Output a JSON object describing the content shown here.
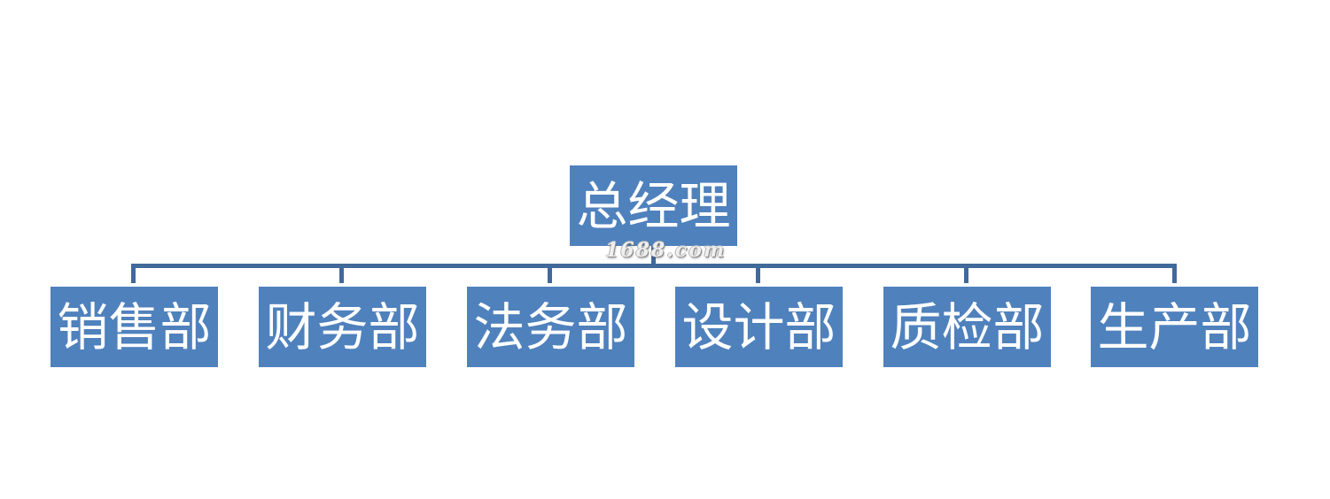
{
  "org_chart": {
    "root": {
      "label": "总经理"
    },
    "departments": [
      {
        "label": "销售部"
      },
      {
        "label": "财务部"
      },
      {
        "label": "法务部"
      },
      {
        "label": "设计部"
      },
      {
        "label": "质检部"
      },
      {
        "label": "生产部"
      }
    ]
  },
  "watermark": {
    "text": "1688.com"
  },
  "colors": {
    "node_fill": "#4f81bd",
    "node_text": "#ffffff",
    "connector": "#41699a"
  }
}
